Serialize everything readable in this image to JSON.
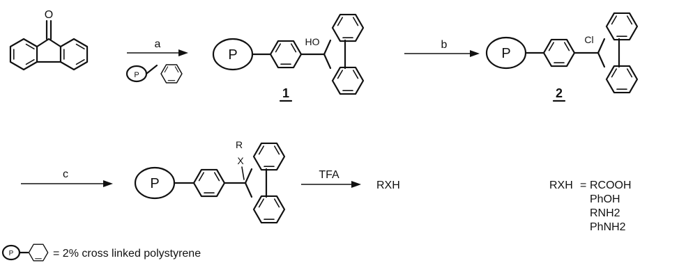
{
  "steps": [
    {
      "label": "a"
    },
    {
      "label": "b"
    },
    {
      "label": "c"
    },
    {
      "label": "TFA"
    }
  ],
  "compounds": {
    "c1": {
      "number": "1",
      "substituent": "HO"
    },
    "c2": {
      "number": "2",
      "substituent": "Cl"
    },
    "c3": {
      "substituent_top": "R",
      "substituent_mid": "X"
    }
  },
  "resin_symbol": "P",
  "ketone_atom": "O",
  "product": "RXH",
  "rxh_definition": {
    "lhs": "RXH",
    "equals": "=",
    "options": [
      "RCOOH",
      "PhOH",
      "RNH2",
      "PhNH2"
    ]
  },
  "legend": {
    "text": "= 2% cross linked polystyrene"
  }
}
